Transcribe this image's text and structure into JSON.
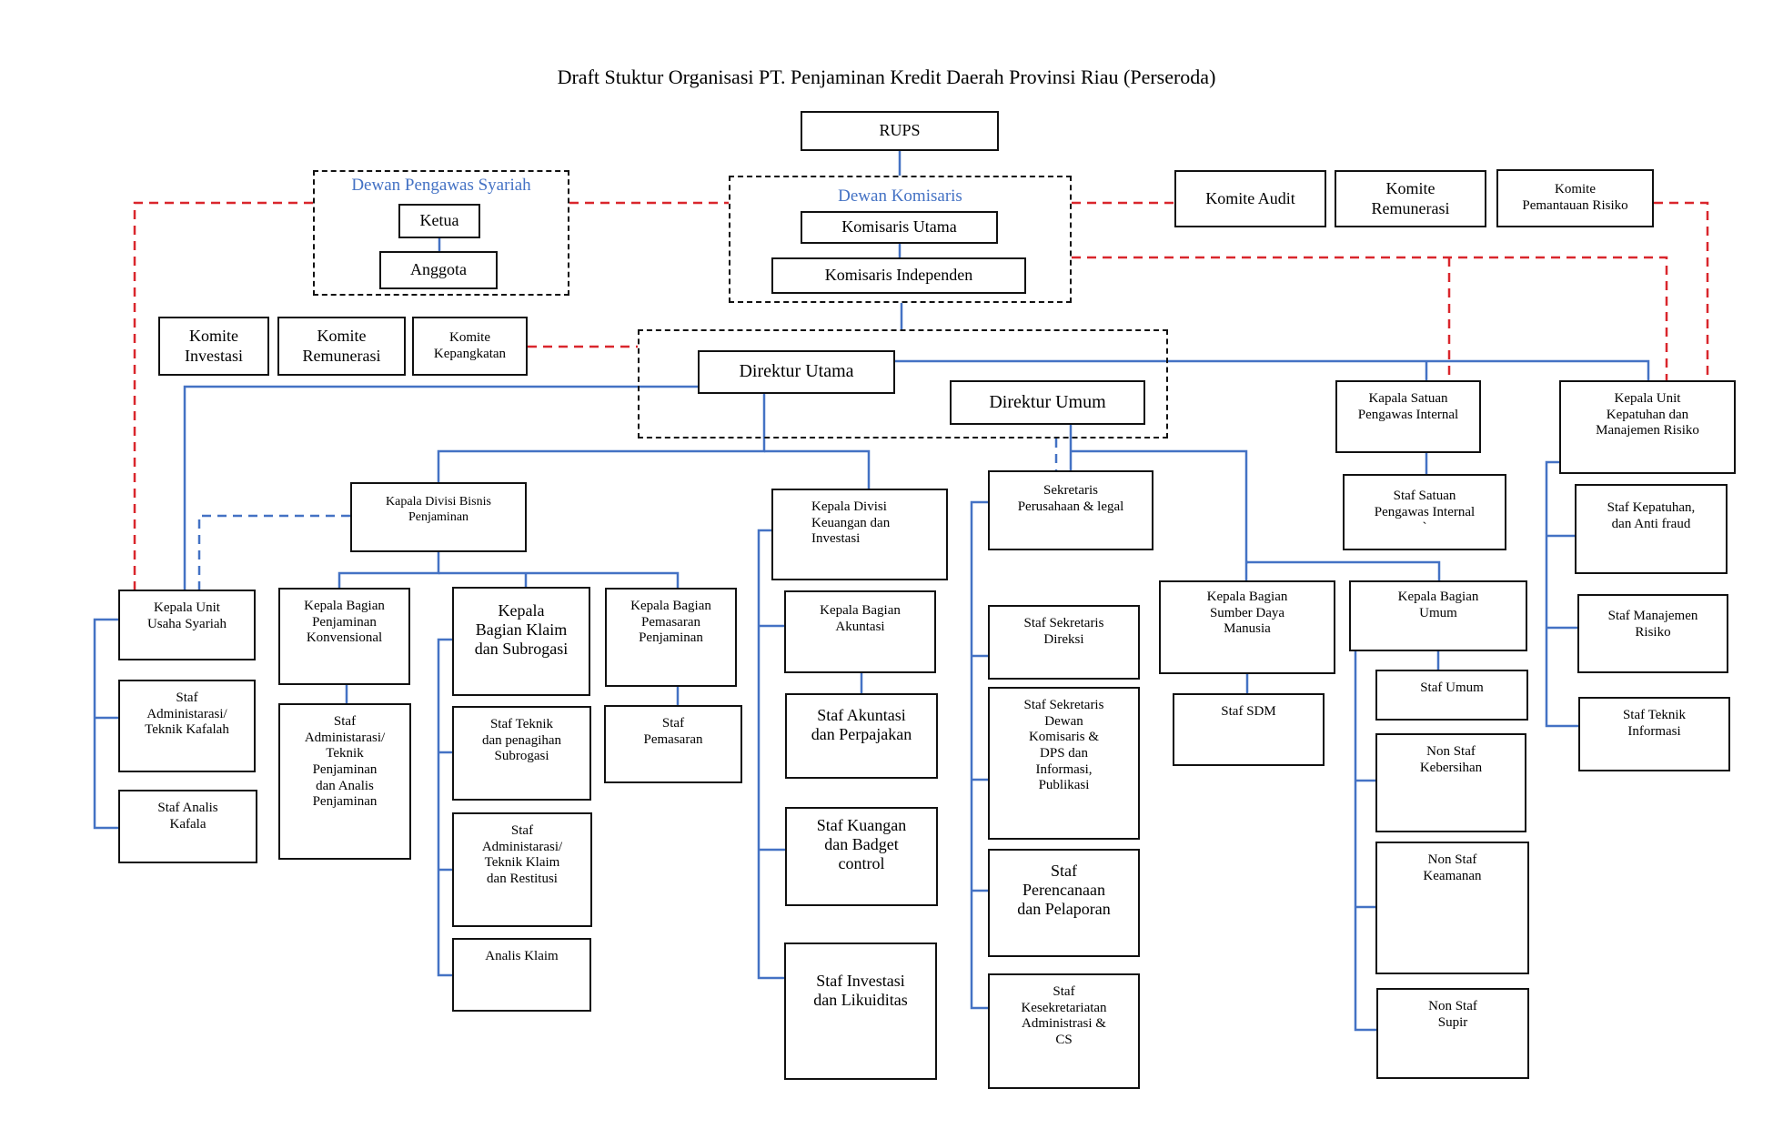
{
  "title": "Draft Stuktur Organisasi PT. Penjaminan Kredit Daerah Provinsi Riau (Perseroda)",
  "colors": {
    "solid_connector": "#4472c4",
    "coordination_line": "#d9262c",
    "group_border": "#111111",
    "group_label": "#4472c4",
    "box_border": "#111111"
  },
  "groups": {
    "dewan_pengawas_syariah": "Dewan Pengawas Syariah",
    "dewan_komisaris": "Dewan Komisaris"
  },
  "nodes": {
    "rups": "RUPS",
    "ketua": "Ketua",
    "anggota": "Anggota",
    "komisaris_utama": "Komisaris Utama",
    "komisaris_independen": "Komisaris Independen",
    "komite_audit": "Komite Audit",
    "komite_remunerasi_dk": "Komite\nRemunerasi",
    "komite_pemantauan_risiko": "Komite\nPemantauan Risiko",
    "komite_investasi": "Komite\nInvestasi",
    "komite_remunerasi_dir": "Komite\nRemunerasi",
    "komite_kepangkatan": "Komite\nKepangkatan",
    "direktur_utama": "Direktur Utama",
    "direktur_umum": "Direktur Umum",
    "kepala_spi": "Kapala Satuan\nPengawas Internal",
    "kepala_kepatuhan": "Kepala Unit\nKepatuhan dan\nManajemen Risiko",
    "staf_spi": "Staf  Satuan\nPengawas Internal\n`",
    "kadiv_bisnis": "Kapala Divisi Bisnis\nPenjaminan",
    "kadiv_keuangan": "Kepala  Divisi\nKeuangan dan\nInvestasi",
    "sekretaris_perusahaan": "Sekretaris\nPerusahaan & legal",
    "staf_kepatuhan": "Staf  Kepatuhan,\ndan  Anti fraud",
    "kepala_uus": "Kepala Unit\nUsaha Syariah",
    "kabag_konvensional": "Kepala Bagian\nPenjaminan\nKonvensional",
    "kabag_klaim": "Kepala\nBagian Klaim\ndan Subrogasi",
    "kabag_pemasaran": "Kepala Bagian\nPemasaran\nPenjaminan",
    "kabag_akuntasi": "Kepala Bagian\nAkuntasi",
    "kabag_sdm": "Kepala Bagian\nSumber Daya\nManusia",
    "kabag_umum": "Kepala Bagian\nUmum",
    "staf_manajemen_risiko": "Staf Manajemen\nRisiko",
    "staf_sekretaris_direksi": "Staf  Sekretaris\nDireksi",
    "staf_kafalah": "Staf\nAdministarasi/\nTeknik Kafalah",
    "staf_penjaminan": "Staf\nAdministarasi/\nTeknik\nPenjaminan\ndan Analis\nPenjaminan",
    "staf_subrogasi": "Staf  Teknik\ndan penagihan\nSubrogasi",
    "staf_pemasaran": "Staf\nPemasaran",
    "staf_akuntasi": "Staf Akuntasi\ndan Perpajakan",
    "staf_sekretaris_dk": "Staf  Sekretaris\nDewan\nKomisaris &\nDPS dan\nInformasi,\nPublikasi",
    "staf_sdm": "Staf SDM",
    "staf_umum": "Staf Umum",
    "staf_teknik_informasi": "Staf  Teknik\nInformasi",
    "staf_analis_kafala": "Staf Analis\nKafala",
    "non_staf_kebersihan": "Non Staf\nKebersihan",
    "staf_klaim_restitusi": "Staf\nAdministarasi/\nTeknik Klaim\ndan Restitusi",
    "staf_keuangan_budget": "Staf Kuangan\ndan Badget\ncontrol",
    "staf_perencanaan": "Staf\nPerencanaan\ndan Pelaporan",
    "non_staf_keamanan": "Non Staf\nKeamanan",
    "analis_klaim": "Analis Klaim",
    "staf_investasi": "Staf Investasi\ndan Likuiditas",
    "staf_kesekretariatan": "Staf\nKesekretariatan\nAdministrasi &\nCS",
    "non_staf_supir": "Non Staf\nSupir"
  }
}
